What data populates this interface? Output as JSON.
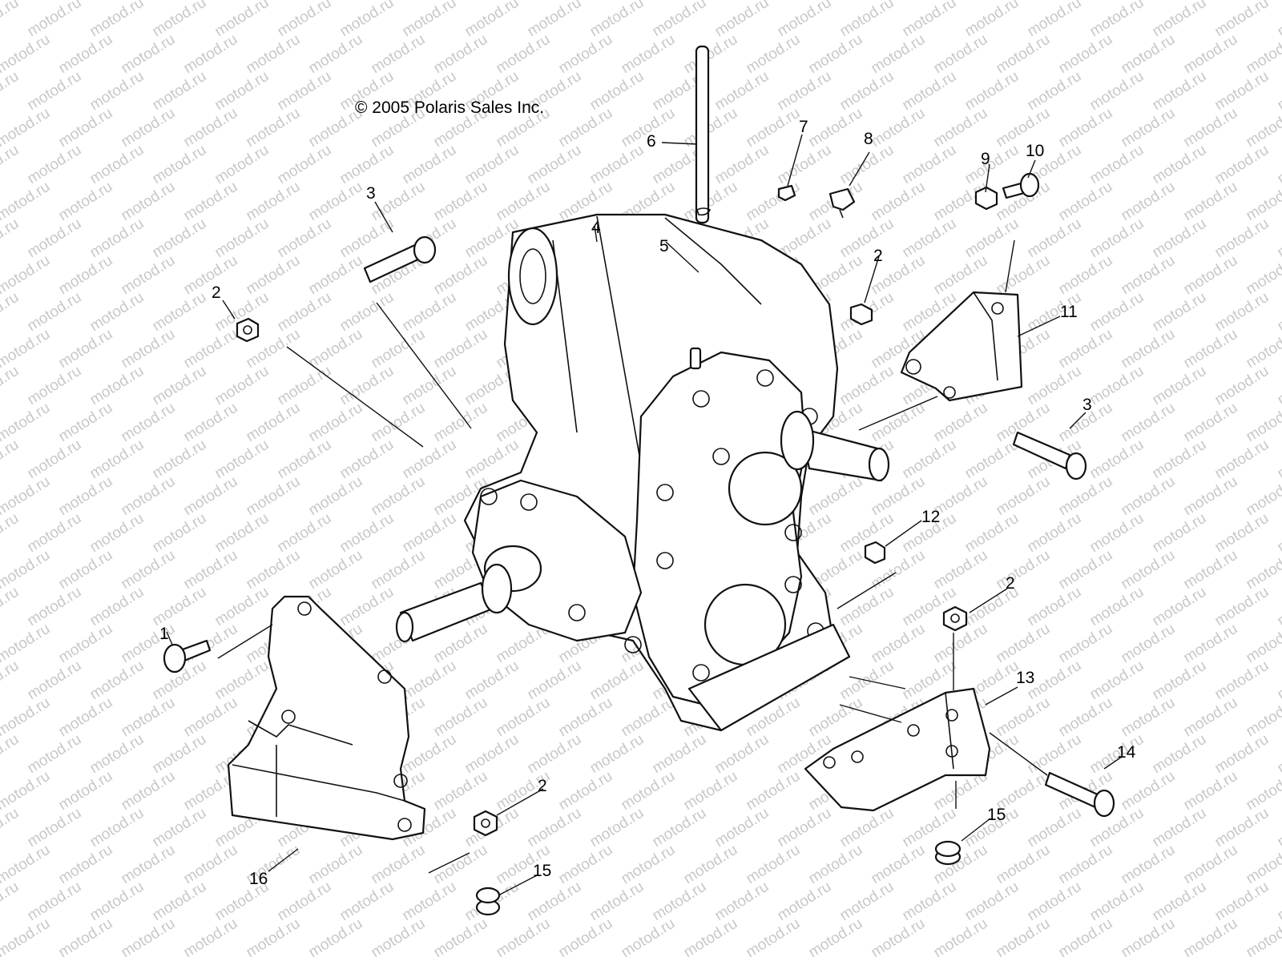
{
  "copyright": "© 2005 Polaris Sales Inc.",
  "watermark": "motod.ru",
  "callouts": {
    "c1": "1",
    "c2a": "2",
    "c2b": "2",
    "c2c": "2",
    "c2d": "2",
    "c3a": "3",
    "c3b": "3",
    "c4": "4",
    "c5": "5",
    "c6": "6",
    "c7": "7",
    "c8": "8",
    "c9": "9",
    "c10": "10",
    "c11": "11",
    "c12": "12",
    "c13": "13",
    "c14": "14",
    "c15a": "15",
    "c15b": "15",
    "c16": "16"
  }
}
